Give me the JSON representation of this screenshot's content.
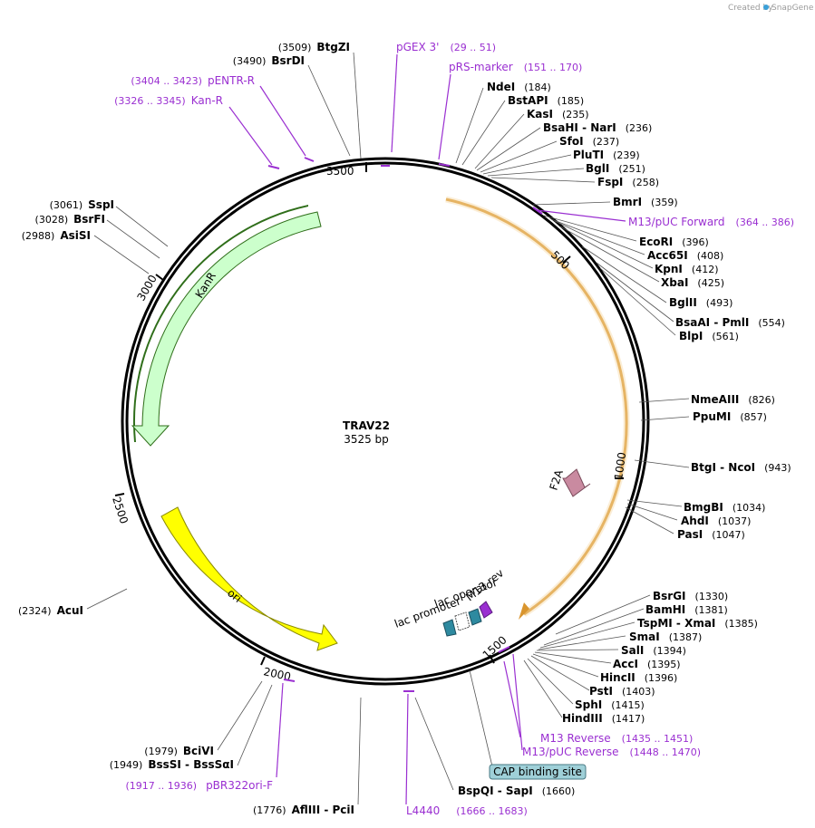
{
  "credit": {
    "prefix": "Created by",
    "brand": "SnapGene"
  },
  "plasmid": {
    "name": "TRAV22",
    "length_label": "3525 bp",
    "length": 3525
  },
  "ticks": [
    "500",
    "1000",
    "1500",
    "2000",
    "2500",
    "3000",
    "3500"
  ],
  "features": {
    "kanr": "KanR",
    "ori": "ori",
    "f2a": "F2A",
    "lac_operator": "lac operator",
    "lac_promoter": "lac promoter",
    "m13_rev": "M13 rev",
    "cap": "CAP binding site"
  },
  "sites_left": [
    {
      "pos": "(3509)",
      "name": "BtgZI"
    },
    {
      "pos": "(3490)",
      "name": "BsrDI"
    },
    {
      "pos": "(3061)",
      "name": "SspI"
    },
    {
      "pos": "(3028)",
      "name": "BsrFI"
    },
    {
      "pos": "(2988)",
      "name": "AsiSI"
    },
    {
      "pos": "(2324)",
      "name": "AcuI"
    },
    {
      "pos": "(1979)",
      "name": "BciVI"
    },
    {
      "pos": "(1949)",
      "name": "BssSI - BssSαI"
    },
    {
      "pos": "(1776)",
      "name": "AflIII - PciI"
    }
  ],
  "sites_right": [
    {
      "name": "NdeI",
      "pos": "(184)"
    },
    {
      "name": "BstAPI",
      "pos": "(185)"
    },
    {
      "name": "KasI",
      "pos": "(235)"
    },
    {
      "name": "BsaHI - NarI",
      "pos": "(236)"
    },
    {
      "name": "SfoI",
      "pos": "(237)"
    },
    {
      "name": "PluTI",
      "pos": "(239)"
    },
    {
      "name": "BglI",
      "pos": "(251)"
    },
    {
      "name": "FspI",
      "pos": "(258)"
    },
    {
      "name": "BmrI",
      "pos": "(359)"
    },
    {
      "name": "EcoRI",
      "pos": "(396)"
    },
    {
      "name": "Acc65I",
      "pos": "(408)"
    },
    {
      "name": "KpnI",
      "pos": "(412)"
    },
    {
      "name": "XbaI",
      "pos": "(425)"
    },
    {
      "name": "BglII",
      "pos": "(493)"
    },
    {
      "name": "BsaAI - PmlI",
      "pos": "(554)"
    },
    {
      "name": "BlpI",
      "pos": "(561)"
    },
    {
      "name": "NmeAIII",
      "pos": "(826)"
    },
    {
      "name": "PpuMI",
      "pos": "(857)"
    },
    {
      "name": "BtgI - NcoI",
      "pos": "(943)"
    },
    {
      "name": "BmgBI",
      "pos": "(1034)"
    },
    {
      "name": "AhdI",
      "pos": "(1037)"
    },
    {
      "name": "PasI",
      "pos": "(1047)"
    },
    {
      "name": "BsrGI",
      "pos": "(1330)"
    },
    {
      "name": "BamHI",
      "pos": "(1381)"
    },
    {
      "name": "TspMI - XmaI",
      "pos": "(1385)"
    },
    {
      "name": "SmaI",
      "pos": "(1387)"
    },
    {
      "name": "SalI",
      "pos": "(1394)"
    },
    {
      "name": "AccI",
      "pos": "(1395)"
    },
    {
      "name": "HincII",
      "pos": "(1396)"
    },
    {
      "name": "PstI",
      "pos": "(1403)"
    },
    {
      "name": "SphI",
      "pos": "(1415)"
    },
    {
      "name": "HindIII",
      "pos": "(1417)"
    },
    {
      "name": "BspQI - SapI",
      "pos": "(1660)"
    }
  ],
  "primers": [
    {
      "name": "pGEX 3'",
      "range": "(29 .. 51)"
    },
    {
      "name": "pRS-marker",
      "range": "(151 .. 170)"
    },
    {
      "name": "pENTR-R",
      "range": "(3404 .. 3423)"
    },
    {
      "name": "Kan-R",
      "range": "(3326 .. 3345)"
    },
    {
      "name": "M13/pUC Forward",
      "range": "(364 .. 386)"
    },
    {
      "name": "M13 Reverse",
      "range": "(1435 .. 1451)"
    },
    {
      "name": "M13/pUC Reverse",
      "range": "(1448 .. 1470)"
    },
    {
      "name": "pBR322ori-F",
      "range": "(1917 .. 1936)"
    },
    {
      "name": "L4440",
      "range": "(1666 .. 1683)"
    }
  ],
  "colors": {
    "backbone": "#000000",
    "primer": "#9a2fd1",
    "kanr_fill": "#ccffcc",
    "kanr_stroke": "#2f6e1a",
    "ori_fill": "#ffff00",
    "insert_stroke": "#d9952e",
    "f2a_fill": "#c98aa0",
    "promoter_fill": "#2e8aa0",
    "cap_fill": "#9fd0d8"
  }
}
